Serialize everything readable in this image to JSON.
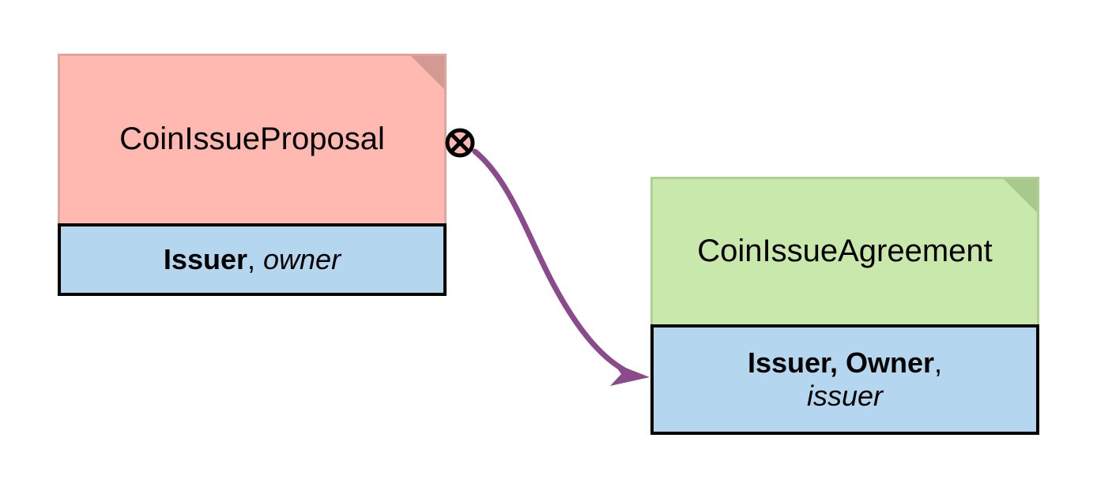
{
  "diagram": {
    "type": "ledger-state-transition",
    "background_color": "#ffffff",
    "nodes": [
      {
        "id": "coin-issue-proposal",
        "title": "CoinIssueProposal",
        "header_color": "#ffb9b0",
        "body_color": "#b4d6ef",
        "fold_color": "#d39a93",
        "participants_bold": "Issuer",
        "separator": ", ",
        "participants_italic": "owner",
        "marker": "circle-x"
      },
      {
        "id": "coin-issue-agreement",
        "title": "CoinIssueAgreement",
        "header_color": "#c9e8ab",
        "body_color": "#b4d6ef",
        "fold_color": "#a9c88b",
        "participants_bold": "Issuer, Owner",
        "separator": ",",
        "participants_italic": "issuer",
        "marker": "none"
      }
    ],
    "edges": [
      {
        "id": "proposal-to-agreement",
        "from": "coin-issue-proposal",
        "to": "coin-issue-agreement",
        "color": "#8a4a8c",
        "style": "curved",
        "arrowhead": "filled-triangle",
        "label": ""
      }
    ],
    "icons": {
      "consumed_marker": "circle-x-icon",
      "corner_fold": "page-fold-icon",
      "arrowhead": "arrowhead-icon"
    }
  }
}
